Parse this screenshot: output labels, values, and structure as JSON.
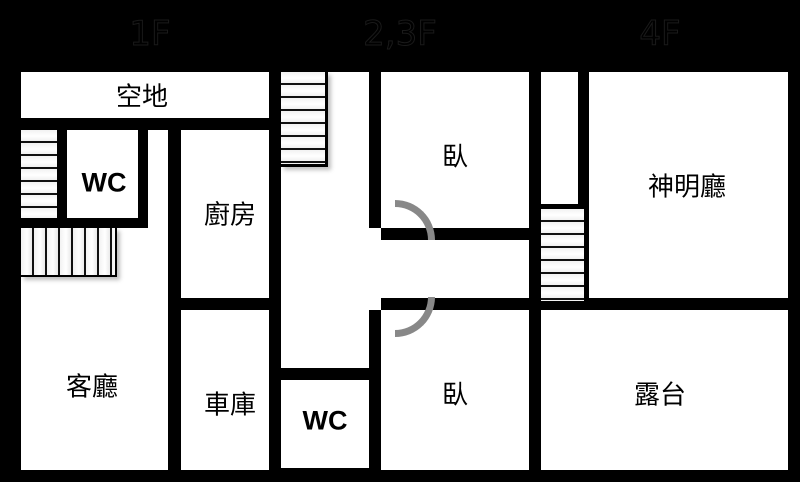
{
  "floor_headers": [
    {
      "label": "1F"
    },
    {
      "label": "2,3F"
    },
    {
      "label": "4F"
    }
  ],
  "rooms": {
    "empty_lot": "空地",
    "wc_1f": "WC",
    "kitchen": "廚房",
    "living_room": "客廳",
    "garage": "車庫",
    "bedroom_top": "臥",
    "bedroom_bottom": "臥",
    "wc_23f": "WC",
    "shrine_hall": "神明廳",
    "terrace": "露台"
  },
  "colors": {
    "wall": "#000000",
    "floor": "#ffffff",
    "door_swing": "#888888"
  }
}
